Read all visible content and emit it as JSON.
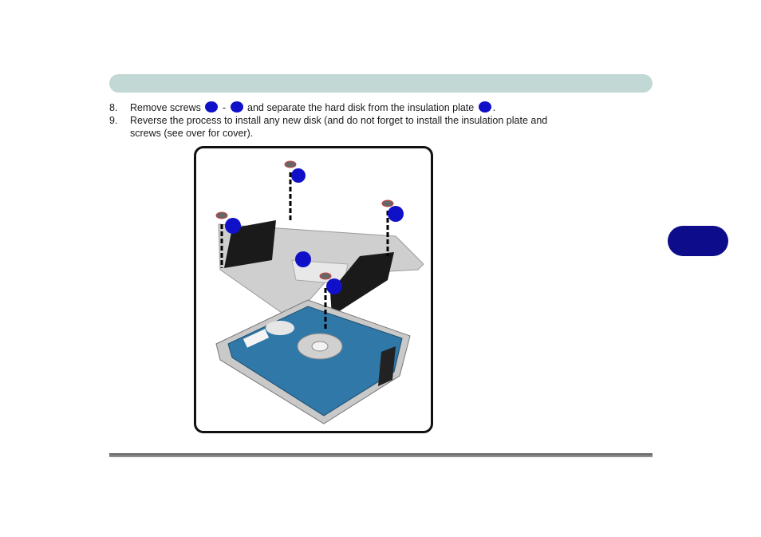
{
  "steps": [
    {
      "number": "8.",
      "text_before": "Remove screws",
      "text_dash": "-",
      "text_middle": "and separate the hard disk from the insulation plate",
      "text_end": "."
    },
    {
      "number": "9.",
      "text": "Reverse the process to install any new disk (and do not forget to install the insulation plate and screws (see over for cover)."
    }
  ],
  "colors": {
    "header_bar": "#c2d8d4",
    "callout_badge": "#1010c8",
    "side_tab": "#0d0d8c"
  },
  "figure": {
    "subject": "hard disk, insulation plate and four screws",
    "icons": [
      "screw-icon",
      "callout-badge"
    ]
  }
}
